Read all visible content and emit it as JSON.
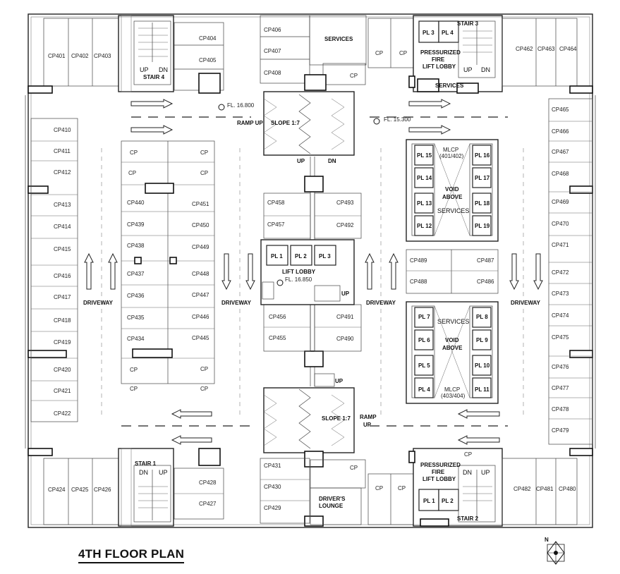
{
  "title": "4TH FLOOR PLAN",
  "north": "N",
  "parking_left_outer": [
    "CP410",
    "CP411",
    "CP412",
    "CP413",
    "CP414",
    "CP415",
    "CP416",
    "CP417",
    "CP418",
    "CP419",
    "CP420",
    "CP421",
    "CP422"
  ],
  "parking_right_outer": [
    "CP465",
    "CP466",
    "CP467",
    "CP468",
    "CP469",
    "CP470",
    "CP471",
    "CP472",
    "CP473",
    "CP474",
    "CP475",
    "CP476",
    "CP477",
    "CP478",
    "CP479"
  ],
  "parking_top_left": [
    "CP401",
    "CP402",
    "CP403"
  ],
  "parking_top_right": [
    "CP462",
    "CP463",
    "CP464"
  ],
  "parking_bottom_left": [
    "CP424",
    "CP425",
    "CP426"
  ],
  "parking_bottom_right": [
    "CP482",
    "CP481",
    "CP480"
  ],
  "parking_stair4_right": [
    "CP404",
    "CP405"
  ],
  "parking_stair1_right": [
    "CP428",
    "CP427"
  ],
  "parking_top_center": [
    "CP406",
    "CP407",
    "CP408"
  ],
  "parking_bottom_center": [
    "CP431",
    "CP430",
    "CP429"
  ],
  "parking_midleft_a": [
    "CP440",
    "CP439",
    "CP438",
    "CP437",
    "CP436",
    "CP435",
    "CP434"
  ],
  "parking_midleft_b": [
    "CP451",
    "CP450",
    "CP449",
    "CP448",
    "CP447",
    "CP446",
    "CP445"
  ],
  "parking_center_left": [
    "CP458",
    "CP457",
    "CP456",
    "CP455"
  ],
  "parking_center_right": [
    "CP493",
    "CP492",
    "CP491",
    "CP490"
  ],
  "parking_midright": [
    "CP489",
    "CP488",
    "CP487",
    "CP486"
  ],
  "cp_generic": "CP",
  "lifts_top": [
    "PL 3",
    "PL 4"
  ],
  "lifts_bottom": [
    "PL 1",
    "PL 2"
  ],
  "lifts_center": [
    "PL 1",
    "PL 2",
    "PL 3"
  ],
  "lifts_upper_void_left": [
    "PL 15",
    "PL 14",
    "PL 13",
    "PL 12"
  ],
  "lifts_upper_void_right": [
    "PL 16",
    "PL 17",
    "PL 18",
    "PL 19"
  ],
  "lifts_lower_void_left": [
    "PL 7",
    "PL 6",
    "PL 5",
    "PL 4"
  ],
  "lifts_lower_void_right": [
    "PL 8",
    "PL 9",
    "PL 10",
    "PL 11"
  ],
  "labels": {
    "stair1": "STAIR 1",
    "stair2": "STAIR 2",
    "stair3": "STAIR 3",
    "stair4": "STAIR 4",
    "up": "UP",
    "dn": "DN",
    "services": "SERVICES",
    "pressurized_l1": "PRESSURIZED",
    "pressurized_l2": "FIRE",
    "pressurized_l3": "LIFT LOBBY",
    "ramp_up": "RAMP UP",
    "ramp": "RAMP",
    "slope": "SLOPE 1:7",
    "fl_16800": "FL. 16.800",
    "fl_15300": "FL. 15.300",
    "fl_16850": "FL. 16.850",
    "lift_lobby": "LIFT LOBBY",
    "driveway": "DRIVEWAY",
    "void": "VOID",
    "above": "ABOVE",
    "mlcp_top_l1": "MLCP",
    "mlcp_top_l2": "(401/402)",
    "mlcp_bot_l1": "MLCP",
    "mlcp_bot_l2": "(403/404)",
    "drivers_l1": "DRIVER'S",
    "drivers_l2": "LOUNGE"
  }
}
